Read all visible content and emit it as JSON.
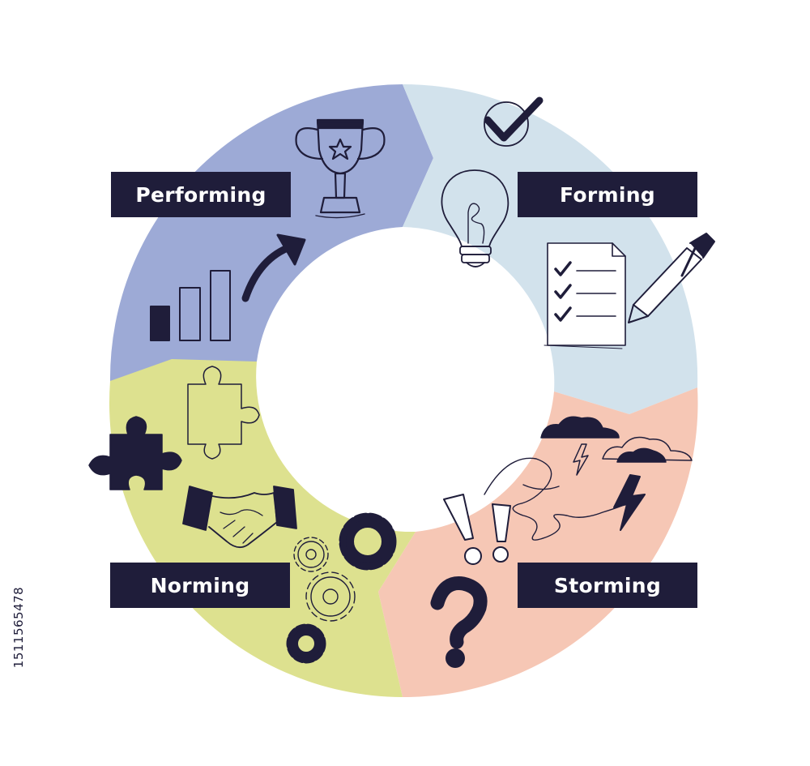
{
  "stages": {
    "performing": {
      "label": "Performing",
      "color": "#9daad6"
    },
    "forming": {
      "label": "Forming",
      "color": "#d2e2ec"
    },
    "storming": {
      "label": "Storming",
      "color": "#f6c7b5"
    },
    "norming": {
      "label": "Norming",
      "color": "#dde18f"
    }
  },
  "label_color": "#1f1d3a",
  "icon_color": "#1f1d3a",
  "side_id": "1511565478",
  "icons": [
    "trophy-icon",
    "bar-chart-icon",
    "growth-arrow-icon",
    "checkmark-icon",
    "lightbulb-icon",
    "checklist-icon",
    "pen-icon",
    "cloud-icon",
    "lightning-icon",
    "squiggle-icon",
    "exclamation-icon",
    "question-mark-icon",
    "gear-icon",
    "handshake-icon",
    "puzzle-piece-icon"
  ]
}
